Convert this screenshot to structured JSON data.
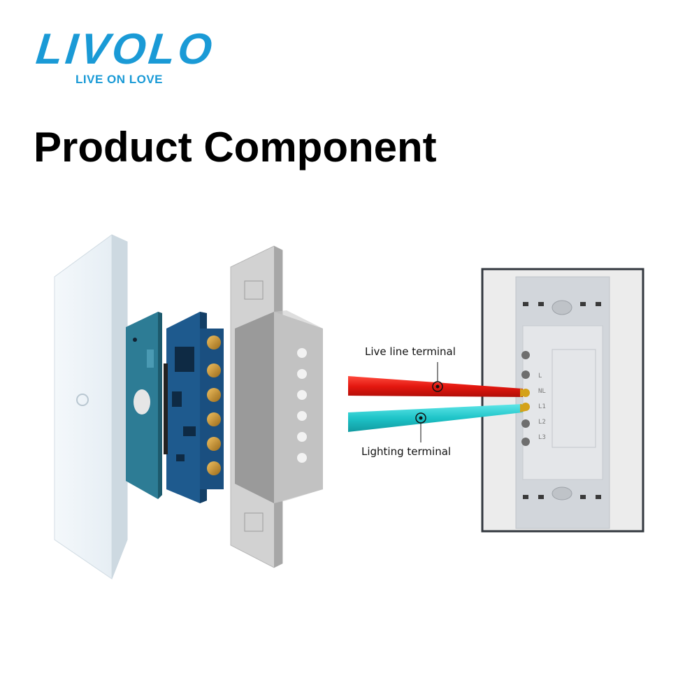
{
  "brand": {
    "name": "LIVOLO",
    "tagline": "LIVE ON LOVE",
    "color": "#1a9ad6"
  },
  "heading": "Product Component",
  "callouts": {
    "live": "Live line terminal",
    "lighting": "Lighting terminal"
  },
  "terminal_labels": [
    "L",
    "L1",
    "L2",
    "L3",
    "NL"
  ],
  "wire_colors": {
    "live": "#e3170f",
    "lighting": "#1ec4c8"
  }
}
